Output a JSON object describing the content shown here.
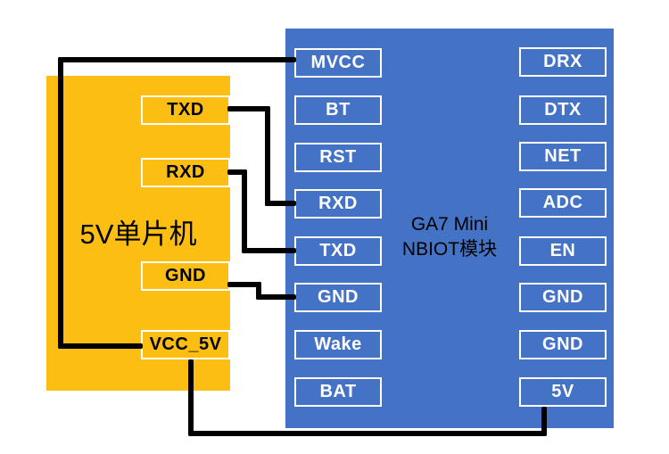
{
  "mcu": {
    "title": "5V单片机",
    "pins": [
      "TXD",
      "RXD",
      "GND",
      "VCC_5V"
    ],
    "color": "#FDBE14"
  },
  "nbiot": {
    "title_line1": "GA7 Mini",
    "title_line2": "NBIOT模块",
    "left_pins": [
      "MVCC",
      "BT",
      "RST",
      "RXD",
      "TXD",
      "GND",
      "Wake",
      "BAT"
    ],
    "right_pins": [
      "DRX",
      "DTX",
      "NET",
      "ADC",
      "EN",
      "GND",
      "GND",
      "5V"
    ],
    "color": "#4472C4"
  },
  "connections": [
    {
      "from": "mcu.VCC_5V",
      "to": "nbiot.MVCC"
    },
    {
      "from": "mcu.TXD",
      "to": "nbiot.RXD"
    },
    {
      "from": "mcu.RXD",
      "to": "nbiot.TXD"
    },
    {
      "from": "mcu.GND",
      "to": "nbiot.GND"
    },
    {
      "from": "nbiot.5V",
      "to": "mcu.VCC_5V"
    }
  ],
  "wire_color": "#000000"
}
